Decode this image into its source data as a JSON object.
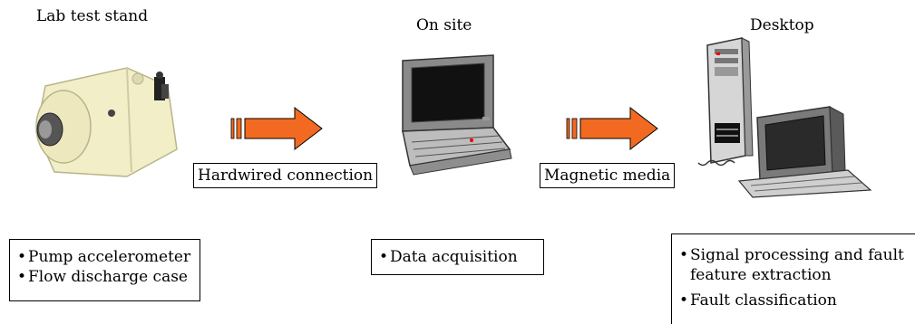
{
  "stages": [
    {
      "title": "Lab test stand",
      "bullets": [
        "Pump accelerometer",
        "Flow discharge case"
      ]
    },
    {
      "title": "On site",
      "bullets": [
        "Data acquisition"
      ]
    },
    {
      "title": "Desktop",
      "bullets": [
        "Signal processing and fault feature extraction",
        "Fault classification"
      ]
    }
  ],
  "connections": [
    {
      "label": "Hardwired connection"
    },
    {
      "label": "Magnetic media"
    }
  ],
  "colors": {
    "arrow": "#f26a21",
    "pump": "#f2eec8",
    "computer": "#7a7a7a"
  }
}
